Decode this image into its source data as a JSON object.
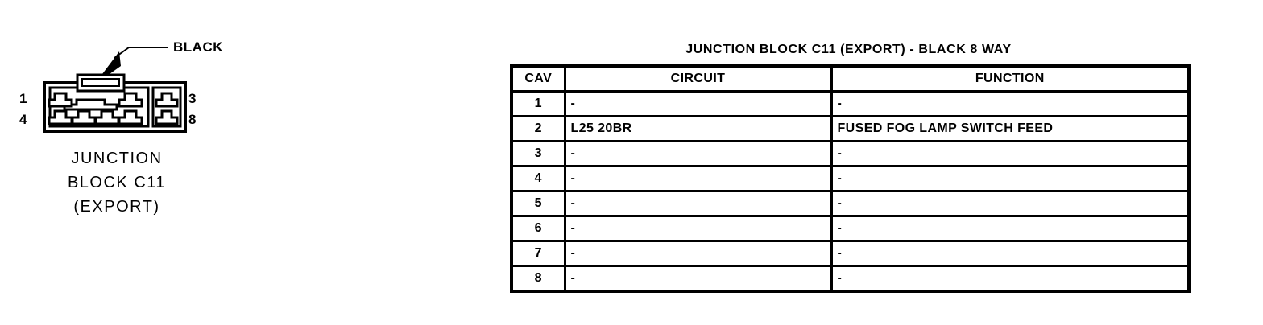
{
  "figure": {
    "callout_label": "BLACK",
    "pin_labels": {
      "top_left": "1",
      "bottom_left": "4",
      "top_right": "3",
      "bottom_right": "8"
    },
    "caption_lines": [
      "JUNCTION",
      "BLOCK C11",
      "(EXPORT)"
    ],
    "connector": {
      "cavity_count": 8,
      "left_chamber_cavities": 6,
      "right_chamber_cavities": 2,
      "line_color": "#000000",
      "fill_color": "#ffffff"
    }
  },
  "table": {
    "title": "JUNCTION BLOCK C11 (EXPORT) - BLACK 8 WAY",
    "columns": [
      "CAV",
      "CIRCUIT",
      "FUNCTION"
    ],
    "rows": [
      {
        "cav": "1",
        "circuit": "-",
        "function": "-"
      },
      {
        "cav": "2",
        "circuit": "L25 20BR",
        "function": "FUSED FOG LAMP SWITCH FEED"
      },
      {
        "cav": "3",
        "circuit": "-",
        "function": "-"
      },
      {
        "cav": "4",
        "circuit": "-",
        "function": "-"
      },
      {
        "cav": "5",
        "circuit": "-",
        "function": "-"
      },
      {
        "cav": "6",
        "circuit": "-",
        "function": "-"
      },
      {
        "cav": "7",
        "circuit": "-",
        "function": "-"
      },
      {
        "cav": "8",
        "circuit": "-",
        "function": "-"
      }
    ]
  }
}
